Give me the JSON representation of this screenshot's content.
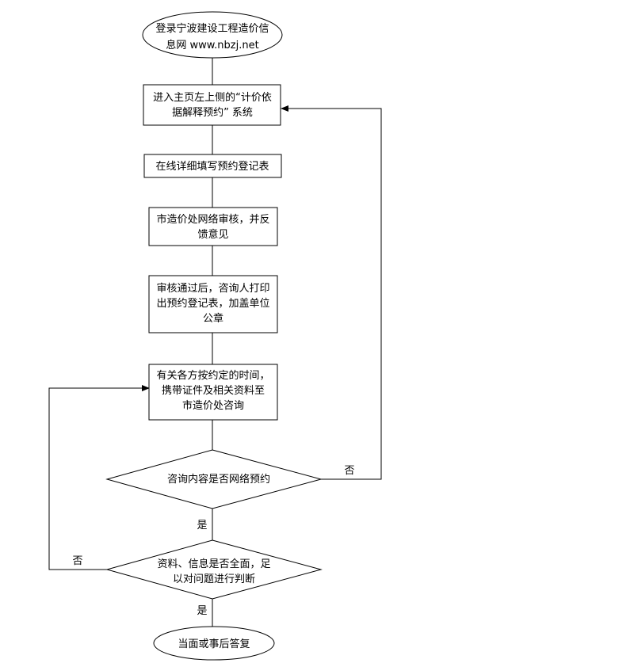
{
  "nodes": {
    "start": {
      "lines": [
        "登录宁波建设工程造价信",
        "息网 www.nbzj.net"
      ]
    },
    "step1": {
      "lines": [
        "进入主页左上侧的“计价依",
        "据解释预约” 系统"
      ]
    },
    "step2": {
      "lines": [
        "在线详细填写预约登记表"
      ]
    },
    "step3": {
      "lines": [
        "市造价处网络审核，并反",
        "馈意见"
      ]
    },
    "step4": {
      "lines": [
        "审核通过后，咨询人打印",
        "出预约登记表，加盖单位",
        "公章"
      ]
    },
    "step5": {
      "lines": [
        "有关各方按约定的时间，",
        "携带证件及相关资料至",
        "市造价处咨询"
      ]
    },
    "check1": {
      "lines": [
        "咨询内容是否网络预约"
      ]
    },
    "check2": {
      "lines": [
        "资料、信息是否全面，足",
        "以对问题进行判断"
      ]
    },
    "end": {
      "lines": [
        "当面或事后答复"
      ]
    }
  },
  "edges": {
    "check1_no": "否",
    "check1_yes": "是",
    "check2_no": "否",
    "check2_yes": "是"
  }
}
